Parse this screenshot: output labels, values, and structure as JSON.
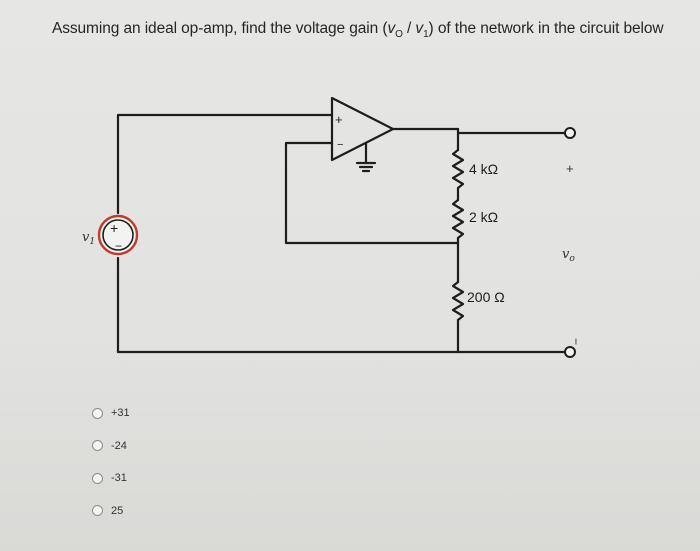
{
  "question": {
    "text_prefix": "Assuming an ideal op-amp, find the voltage gain (",
    "vo_symbol": "v",
    "vo_sub": "O",
    "slash": " / ",
    "v1_symbol": "v",
    "v1_sub": "1",
    "text_suffix": ") of the network in the circuit below"
  },
  "circuit": {
    "source_label": "v",
    "source_label_sub": "1",
    "source_plus": "+",
    "source_minus": "−",
    "opamp_plus": "+",
    "opamp_minus": "−",
    "resistors": [
      {
        "value": "4 kΩ"
      },
      {
        "value": "2 kΩ"
      },
      {
        "value": "200 Ω"
      }
    ],
    "output_plus": "+",
    "output_minus": "−",
    "output_label": "v",
    "output_label_sub": "o",
    "wire_color": "#1e1e1e",
    "source_ring_color": "#c0392b"
  },
  "options": [
    {
      "label": "+31"
    },
    {
      "label": "-24"
    },
    {
      "label": "-31"
    },
    {
      "label": "25"
    }
  ]
}
